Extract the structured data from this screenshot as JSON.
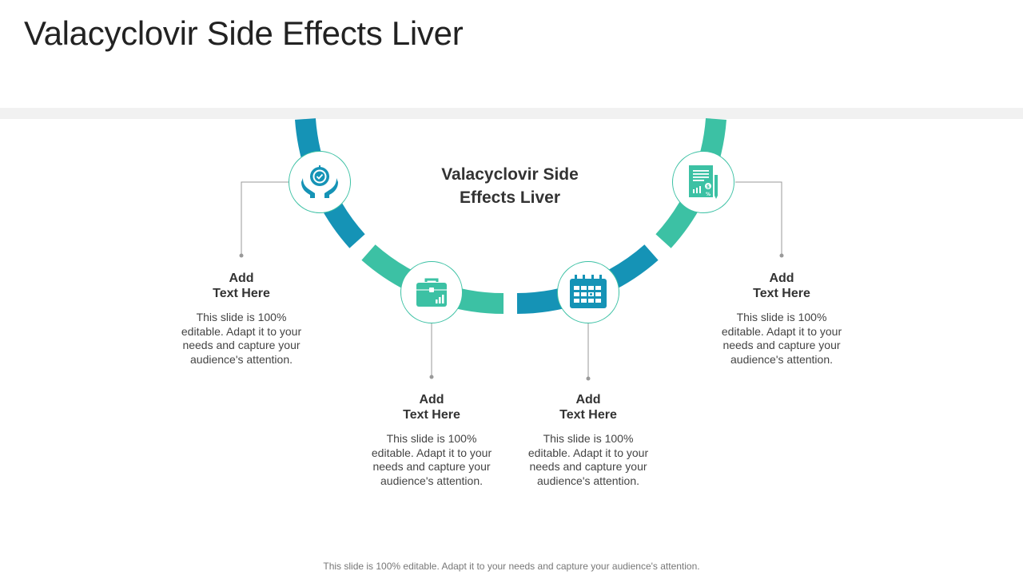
{
  "slide": {
    "title": "Valacyclovir Side Effects Liver",
    "footer": "This slide is 100% editable. Adapt it to your needs and capture your audience's attention."
  },
  "diagram": {
    "center_title": "Valacyclovir Side\nEffects Liver",
    "colors": {
      "teal": "#3cc1a4",
      "blue": "#1593b6",
      "connector": "#999999"
    },
    "items": [
      {
        "icon": "hands-shield-icon",
        "heading": "Add\nText Here",
        "text": "This slide is 100% editable. Adapt it to your needs and capture your audience's attention."
      },
      {
        "icon": "briefcase-icon",
        "heading": "Add\nText Here",
        "text": "This slide is 100% editable. Adapt it to your needs and capture your audience's attention."
      },
      {
        "icon": "calendar-icon",
        "heading": "Add\nText Here",
        "text": "This slide is 100% editable. Adapt it to your needs and capture your audience's attention."
      },
      {
        "icon": "financial-report-icon",
        "heading": "Add\nText Here",
        "text": "This slide is 100% editable. Adapt it to your needs and capture your audience's attention."
      }
    ]
  }
}
